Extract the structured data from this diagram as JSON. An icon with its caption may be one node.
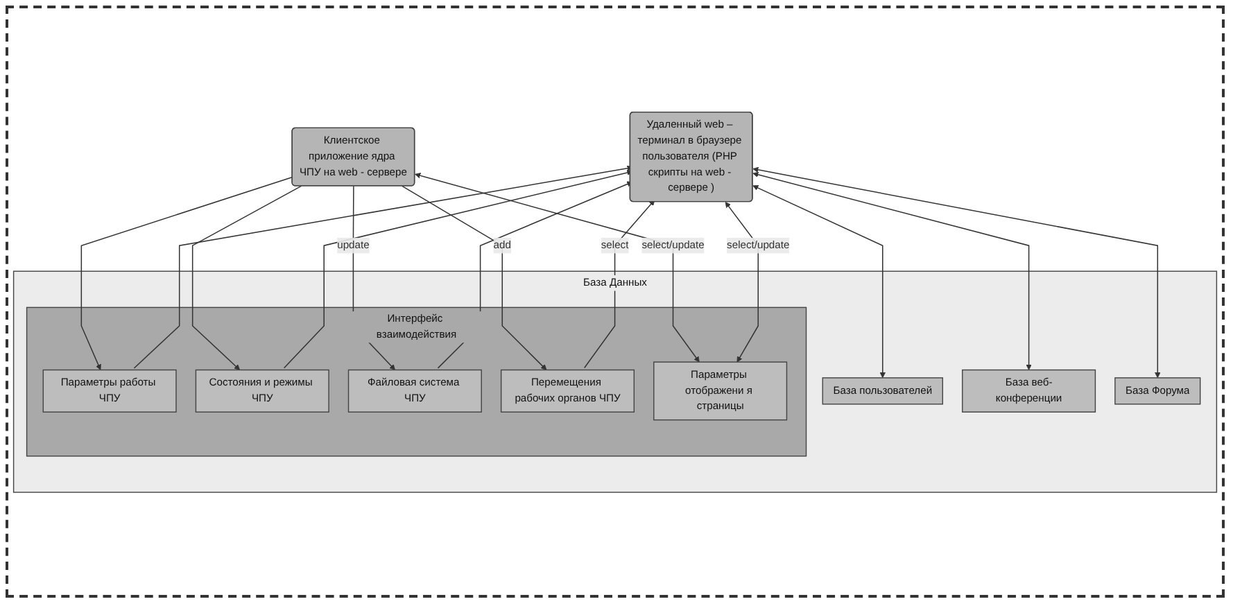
{
  "diagram": {
    "nodes": [
      {
        "text": [
          "Клиентское приложение ядра ЧПУ на web - сервере"
        ]
      },
      {
        "text": [
          "Удаленный web – терминал в браузере пользователя (PHP скрипты на web - сервере )"
        ]
      },
      {
        "text": [
          "База Данных"
        ]
      },
      {
        "text": [
          "Интерфейс взаимодействия"
        ],
        "in": 2
      },
      {
        "text": [
          "Параметры работы ЧПУ"
        ],
        "in": 3
      },
      {
        "text": [
          "Состояния и режимы ЧПУ"
        ],
        "in": 3
      },
      {
        "text": [
          "Файловая система ЧПУ"
        ],
        "in": 3
      },
      {
        "text": [
          "Перемещения рабочих органов ЧПУ"
        ],
        "in": 3
      },
      {
        "text": [
          "Параметры отображени я страницы"
        ],
        "in": 3
      },
      {
        "text": [
          "База пользователей"
        ],
        "in": 2
      },
      {
        "text": [
          "База веб-конференции"
        ],
        "in": 2
      },
      {
        "text": [
          "База Форума"
        ],
        "in": 2
      }
    ],
    "edges": [
      {
        "from": 0,
        "to": 4,
        "arrow": "to"
      },
      {
        "from": 0,
        "to": 5,
        "arrow": "to"
      },
      {
        "from": 0,
        "to": 6,
        "arrow": "to",
        "label": "update"
      },
      {
        "from": 0,
        "to": 7,
        "arrow": "to",
        "label": "add"
      },
      {
        "from": 0,
        "to": 8,
        "arrow": "both",
        "label": "select/update"
      },
      {
        "from": 4,
        "to": 1,
        "arrow": "to"
      },
      {
        "from": 5,
        "to": 1,
        "arrow": "to"
      },
      {
        "from": 6,
        "to": 1,
        "arrow": "to"
      },
      {
        "from": 7,
        "to": 1,
        "arrow": "to",
        "label": "select"
      },
      {
        "from": 1,
        "to": 8,
        "arrow": "both",
        "label": "select/update"
      },
      {
        "from": 1,
        "to": 9,
        "arrow": "both"
      },
      {
        "from": 1,
        "to": 10,
        "arrow": "both"
      },
      {
        "from": 1,
        "to": 11,
        "arrow": "both"
      }
    ]
  }
}
